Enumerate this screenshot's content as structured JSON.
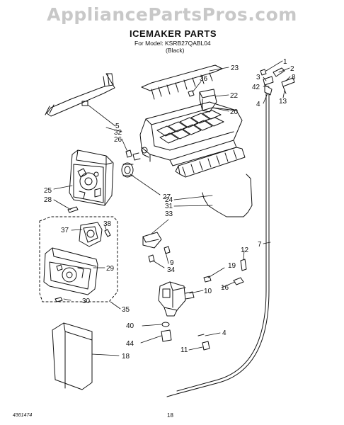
{
  "watermark": "AppliancePartsPros.com",
  "title": "ICEMAKER PARTS",
  "model_line": "For Model: KSRB27QABL04",
  "model_color": "(Black)",
  "doc_number": "4361474",
  "page_number": "18",
  "callouts": [
    "1",
    "2",
    "3",
    "8",
    "42",
    "13",
    "4",
    "23",
    "36",
    "22",
    "20",
    "5",
    "32",
    "26",
    "25",
    "28",
    "27",
    "24",
    "31",
    "33",
    "37",
    "38",
    "29",
    "30",
    "35",
    "9",
    "34",
    "7",
    "12",
    "19",
    "16",
    "10",
    "40",
    "44",
    "4",
    "11",
    "18"
  ]
}
